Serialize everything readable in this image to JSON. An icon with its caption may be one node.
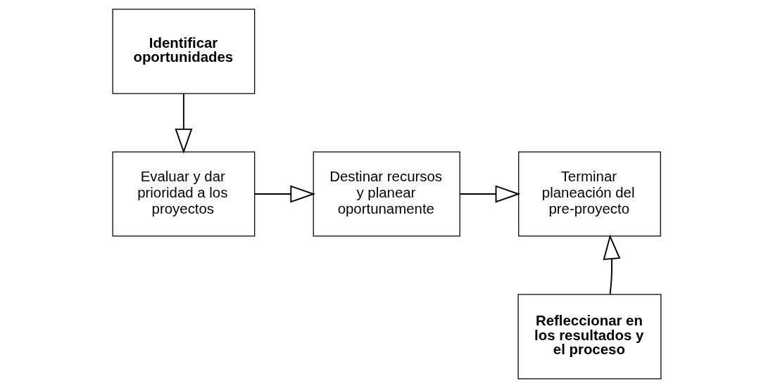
{
  "diagram": {
    "nodes": [
      {
        "text": [
          "Identificar oportunidades"
        ]
      },
      {
        "text": [
          "Evaluar y dar prioridad a los proyectos"
        ]
      },
      {
        "text": [
          "Destinar recursos y planear oportunamente"
        ]
      },
      {
        "text": [
          "Terminar planeación del pre-proyecto"
        ]
      },
      {
        "text": [
          "Refleccionar en los resultados y el proceso"
        ]
      }
    ],
    "edges": [
      {
        "from": 0,
        "to": 1,
        "arrow": "to"
      },
      {
        "from": 1,
        "to": 2,
        "arrow": "to"
      },
      {
        "from": 2,
        "to": 3,
        "arrow": "to"
      },
      {
        "from": 4,
        "to": 3,
        "arrow": "to"
      }
    ]
  }
}
